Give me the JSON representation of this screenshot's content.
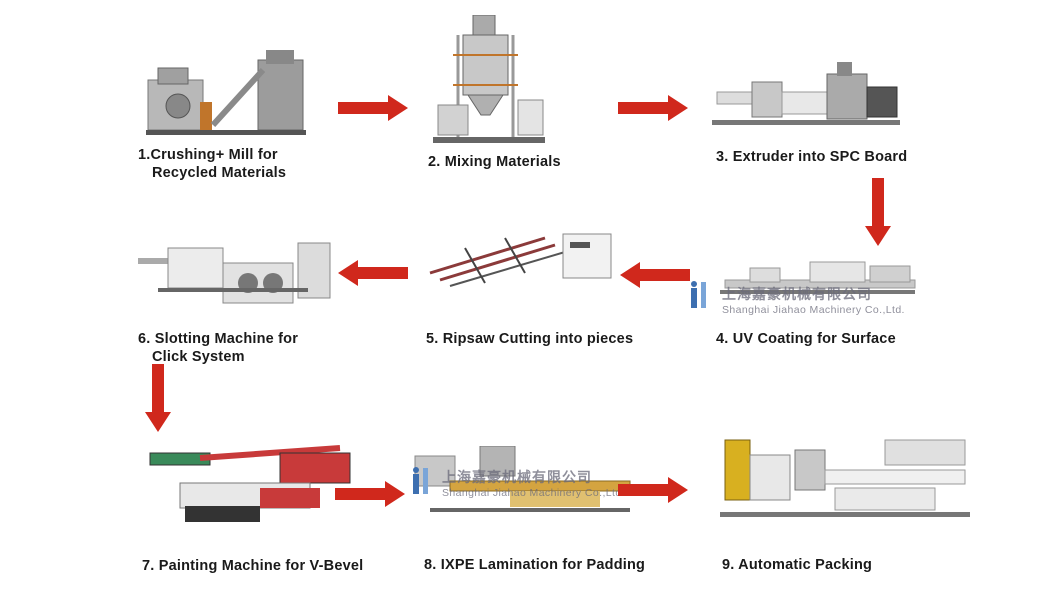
{
  "steps": [
    {
      "line1": "1.Crushing+ Mill for",
      "line2": "Recycled Materials"
    },
    {
      "line1": "2. Mixing Materials",
      "line2": ""
    },
    {
      "line1": "3. Extruder into SPC Board",
      "line2": ""
    },
    {
      "line1": "4. UV Coating for Surface",
      "line2": ""
    },
    {
      "line1": "5. Ripsaw Cutting into pieces",
      "line2": ""
    },
    {
      "line1": "6. Slotting Machine for",
      "line2": "Click System"
    },
    {
      "line1": "7. Painting Machine for V-Bevel",
      "line2": ""
    },
    {
      "line1": "8. IXPE Lamination for Padding",
      "line2": ""
    },
    {
      "line1": "9. Automatic Packing",
      "line2": ""
    }
  ],
  "watermark": {
    "cn": "上海嘉豪机械有限公司",
    "en": "Shanghai Jiahao Machinery Co.,Ltd."
  },
  "colors": {
    "arrow": "#d0281c",
    "text": "#1a1a1a"
  }
}
